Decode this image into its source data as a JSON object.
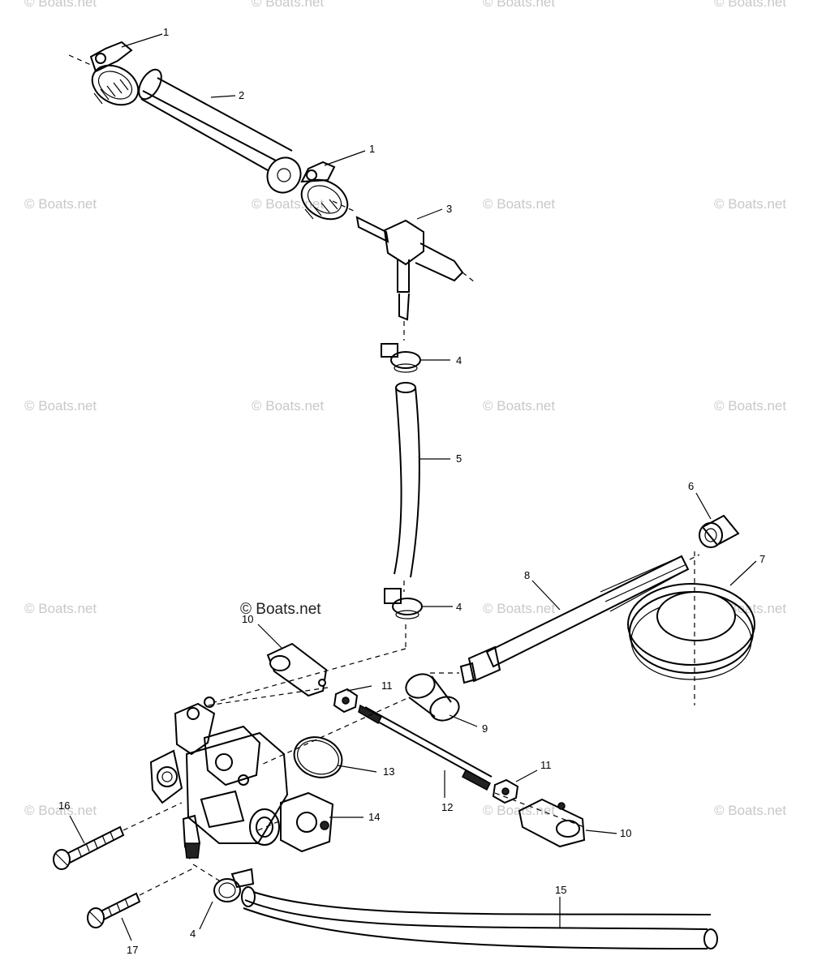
{
  "watermark": {
    "text": "© Boats.net",
    "center_text": "© Boats.net"
  },
  "callouts": {
    "c1a": "1",
    "c1b": "1",
    "c2": "2",
    "c3": "3",
    "c4a": "4",
    "c4b": "4",
    "c4c": "4",
    "c5": "5",
    "c6": "6",
    "c7": "7",
    "c8": "8",
    "c9": "9",
    "c10a": "10",
    "c10b": "10",
    "c11a": "11",
    "c11b": "11",
    "c12": "12",
    "c13": "13",
    "c14": "14",
    "c15": "15",
    "c16": "16",
    "c17": "17"
  },
  "colors": {
    "line": "#000000",
    "watermark": "#c8c8c8",
    "background": "#ffffff"
  }
}
